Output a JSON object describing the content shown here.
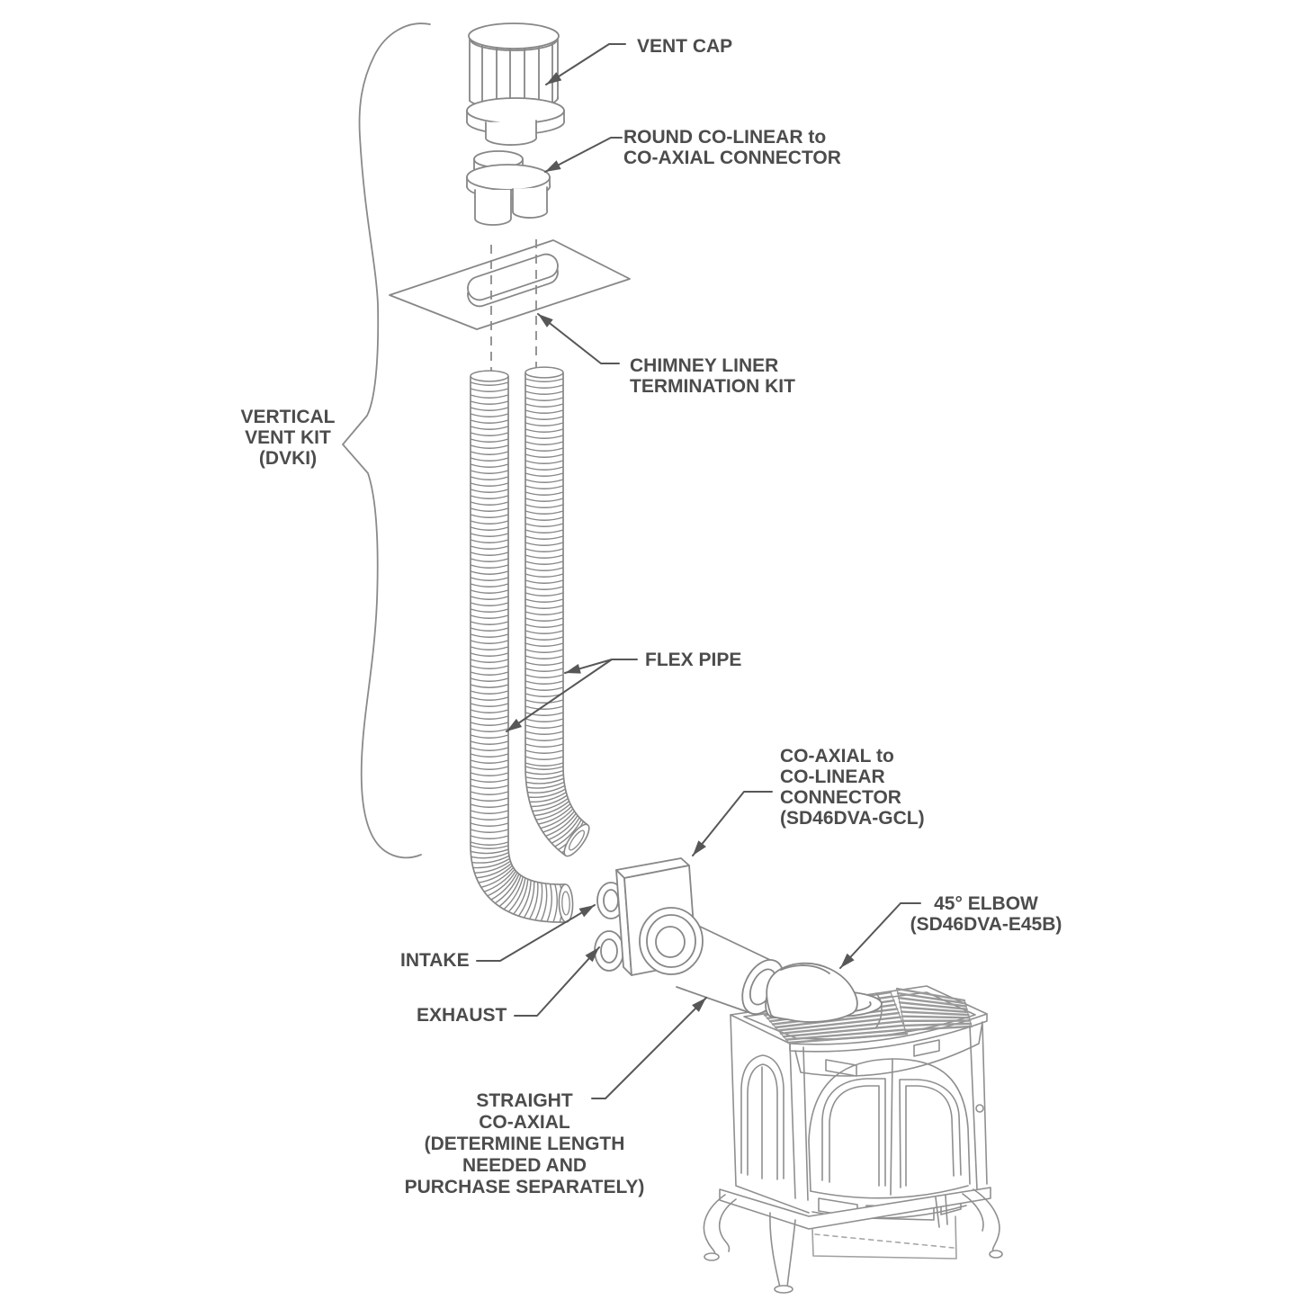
{
  "diagram": {
    "title_hint": "Gas stove vertical vent kit installation diagram",
    "labels": {
      "vent_cap": "VENT CAP",
      "round_connector": "ROUND CO-LINEAR to\nCO-AXIAL CONNECTOR",
      "chimney_liner": "CHIMNEY LINER\nTERMINATION KIT",
      "vertical_vent_kit": "VERTICAL\nVENT KIT\n(DVKI)",
      "flex_pipe": "FLEX PIPE",
      "coaxial_connector": "CO-AXIAL to\nCO-LINEAR\nCONNECTOR\n(SD46DVA-GCL)",
      "elbow": "45° ELBOW\n(SD46DVA-E45B)",
      "intake": "INTAKE",
      "exhaust": "EXHAUST",
      "straight_coaxial": "STRAIGHT\nCO-AXIAL\n(DETERMINE LENGTH\nNEEDED AND\nPURCHASE SEPARATELY)"
    },
    "colors": {
      "line": "#878787",
      "leader": "#575757",
      "text": "#4c4c4c",
      "background": "#ffffff"
    }
  }
}
